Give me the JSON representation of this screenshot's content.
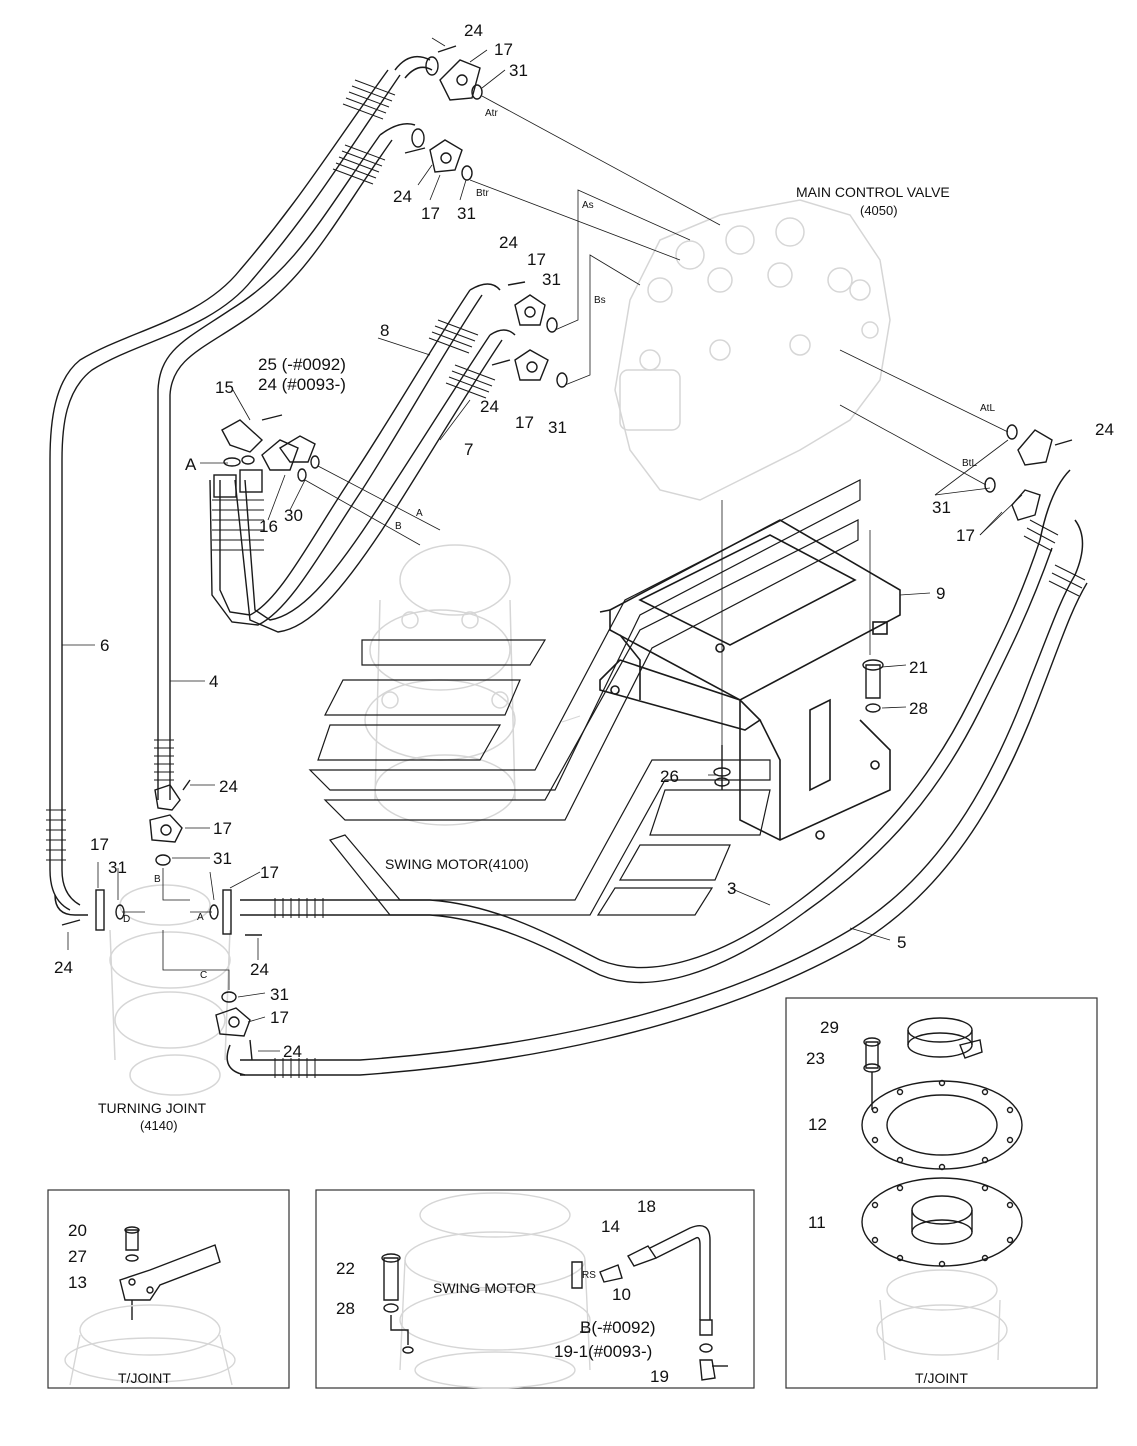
{
  "components": {
    "main_control_valve": {
      "name": "MAIN CONTROL VALVE",
      "code": "(4050)"
    },
    "swing_motor": {
      "name": "SWING MOTOR(4100)"
    },
    "turning_joint": {
      "name": "TURNING JOINT",
      "code": "(4140)"
    }
  },
  "insets": {
    "left": {
      "title": "T/JOINT"
    },
    "middle": {
      "title": "SWING MOTOR"
    },
    "right": {
      "title": "T/JOINT"
    }
  },
  "port_labels": {
    "Atr": "Atr",
    "Btr": "Btr",
    "As": "As",
    "Bs": "Bs",
    "AtL": "AtL",
    "BtL": "BtL",
    "A_line": "A",
    "B_line": "B",
    "tj_B": "B",
    "tj_D": "D",
    "tj_A": "A",
    "tj_C": "C",
    "rs": "RS"
  },
  "part_labels": {
    "p24_a": "24",
    "p17_a": "17",
    "p31_a": "31",
    "p24_b": "24",
    "p17_b": "17",
    "p31_b": "31",
    "p24_c": "24",
    "p17_c": "17",
    "p31_c": "31",
    "p24_d": "24",
    "p17_d": "17",
    "p31_d": "31",
    "p8": "8",
    "p7": "7",
    "p25_note": "25 (-#0092)",
    "p24_note": "24 (#0093-)",
    "p15": "15",
    "pA": "A",
    "p16": "16",
    "p30": "30",
    "p24_e": "24",
    "p31_e": "31",
    "p17_e": "17",
    "p9": "9",
    "p21": "21",
    "p28_a": "28",
    "p26": "26",
    "p6": "6",
    "p4": "4",
    "p24_f": "24",
    "p17_f": "17",
    "p31_f": "31",
    "p17_g": "17",
    "p31_g": "31",
    "p17_h": "17",
    "p24_g": "24",
    "p24_h": "24",
    "p3": "3",
    "p5": "5",
    "p31_h": "31",
    "p17_i": "17",
    "p24_i": "24",
    "p29": "29",
    "p23": "23",
    "p12": "12",
    "p11": "11",
    "p20": "20",
    "p27": "27",
    "p13": "13",
    "p22": "22",
    "p28_b": "28",
    "p14": "14",
    "p18": "18",
    "p10": "10",
    "pB_note": "B(-#0092)",
    "p19_1_note": "19-1(#0093-)",
    "p19": "19"
  }
}
